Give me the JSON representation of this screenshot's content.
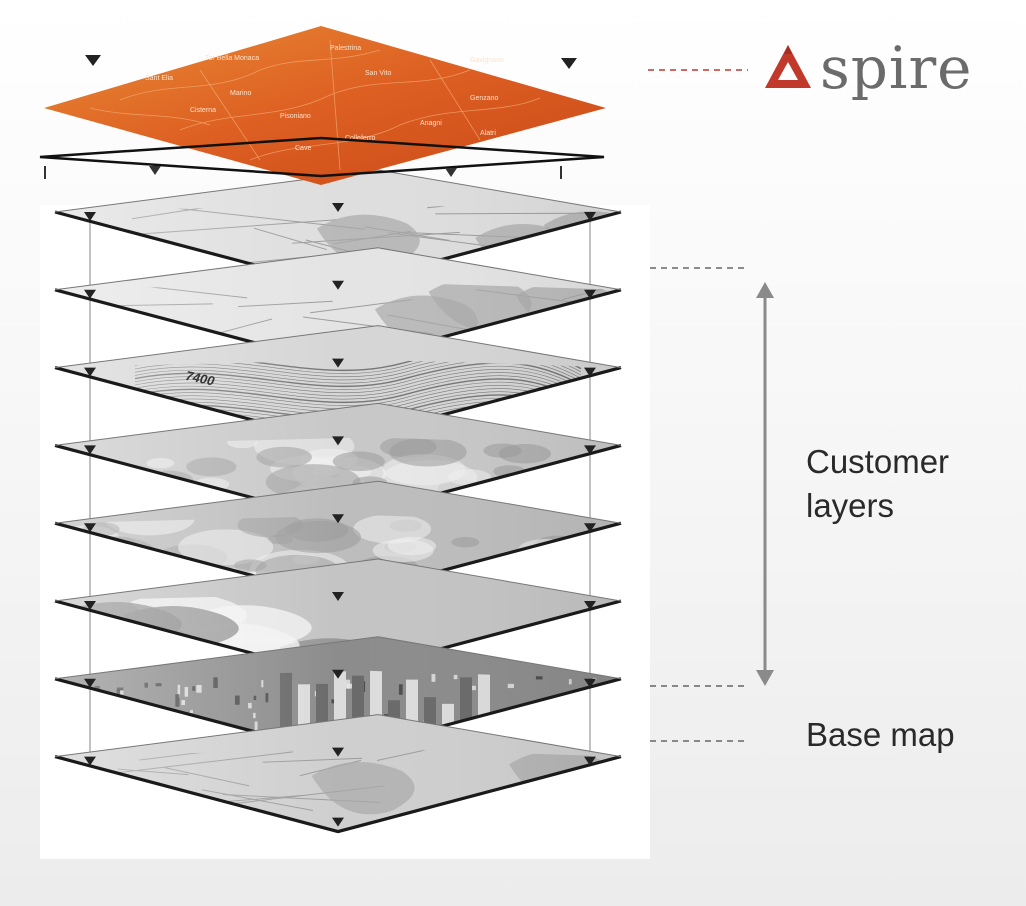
{
  "labels": {
    "customer_layers_line1": "Customer",
    "customer_layers_line2": "layers",
    "base_map": "Base map"
  },
  "brand": {
    "name": "spire",
    "accent_color": "#c0392b",
    "text_color": "#6b6b6b",
    "icon": "spire-logo-icon"
  },
  "weather_layer": {
    "colors": [
      "#d9541e",
      "#e8802e",
      "#c94a1a"
    ],
    "place_labels": [
      "Sant Elia",
      "Tor Bella Monaca",
      "Palestrina",
      "San Vito",
      "Gavignano",
      "Marino",
      "Pisoniano",
      "Cave",
      "Colleferro",
      "Anagni",
      "Genzano",
      "Cisterna",
      "Alatri"
    ]
  },
  "layers": [
    {
      "name": "street-map-layer",
      "texture": "streets",
      "tone": "#dedede"
    },
    {
      "name": "parcel-layer",
      "texture": "parcels",
      "tone": "#e4e4e4"
    },
    {
      "name": "contour-layer",
      "texture": "contour",
      "tone": "#d6d6d6",
      "elevation_label": "7400"
    },
    {
      "name": "terrain-layer",
      "texture": "terrain",
      "tone": "#c8c8c8"
    },
    {
      "name": "landcover-layer",
      "texture": "mottled",
      "tone": "#bdbdbd"
    },
    {
      "name": "hydro-layer",
      "texture": "blobs",
      "tone": "#c4c4c4"
    },
    {
      "name": "imagery-base-layer",
      "texture": "city",
      "tone": "#8c8c8c"
    },
    {
      "name": "base-map-layer",
      "texture": "parcels",
      "tone": "#cfcfcf"
    }
  ]
}
